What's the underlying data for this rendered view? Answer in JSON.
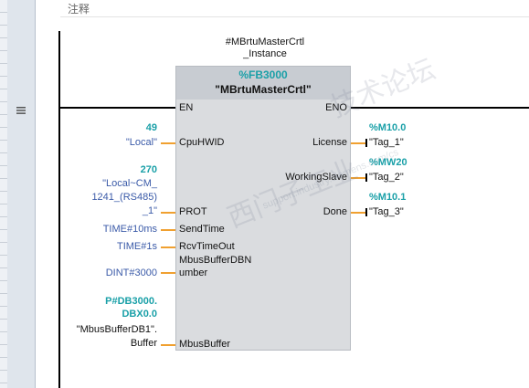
{
  "comment": {
    "label": "注释"
  },
  "instance": {
    "line1": "#MBrtuMasterCrtl",
    "line2": "_Instance"
  },
  "block": {
    "number": "%FB3000",
    "name": "\"MBrtuMasterCrtl\"",
    "en": "EN",
    "eno": "ENO",
    "inputs": {
      "cpuhwid": "CpuHWID",
      "prot": "PROT",
      "sendtime": "SendTime",
      "rcvtimeout": "RcvTimeOut",
      "mbusdbn_1": "MbusBufferDBN",
      "mbusdbn_2": "umber",
      "mbusbuffer": "MbusBuffer"
    },
    "outputs": {
      "license": "License",
      "workingslave": "WorkingSlave",
      "done": "Done"
    }
  },
  "params": {
    "cpuhwid_addr": "49",
    "cpuhwid_val": "\"Local\"",
    "prot_addr": "270",
    "prot_val1": "\"Local~CM_",
    "prot_val2": "1241_(RS485)",
    "prot_val3": "_1\"",
    "sendtime_val": "TIME#10ms",
    "rcvtimeout_val": "TIME#1s",
    "mbusdbn_val": "DINT#3000",
    "mbusbuffer_addr1": "P#DB3000.",
    "mbusbuffer_addr2": "DBX0.0",
    "mbusbuffer_val1": "\"MbusBufferDB1\".",
    "mbusbuffer_val2": "Buffer"
  },
  "outs": {
    "license_addr": "%M10.0",
    "license_tag": "\"Tag_1\"",
    "workingslave_addr": "%MW20",
    "workingslave_tag": "\"Tag_2\"",
    "done_addr": "%M10.1",
    "done_tag": "\"Tag_3\""
  },
  "watermark": {
    "cn1": "西门子工业",
    "cn2": "技术论坛",
    "url": "support.industry.siemens.com/cs"
  }
}
